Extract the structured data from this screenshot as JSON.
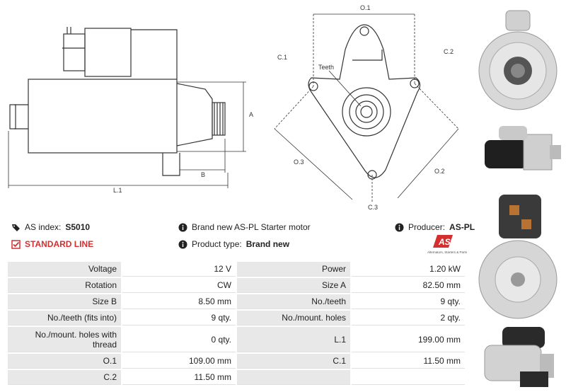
{
  "drawing": {
    "labels": {
      "o1": "O.1",
      "o2": "O.2",
      "o3": "O.3",
      "c1": "C.1",
      "c2": "C.2",
      "c3": "C.3",
      "teeth": "Teeth",
      "a": "A",
      "b": "B",
      "l1": "L.1"
    }
  },
  "info": {
    "index_label": "AS index:",
    "index_value": "S5010",
    "line": "STANDARD LINE",
    "description": "Brand new AS-PL Starter motor",
    "product_type_label": "Product type:",
    "product_type_value": "Brand new",
    "producer_label": "Producer:",
    "producer_value": "AS-PL"
  },
  "logo": {
    "brand": "AS",
    "tagline": "Alternators, Starters & Parts"
  },
  "specs": [
    [
      "Voltage",
      "12 V",
      "Power",
      "1.20 kW"
    ],
    [
      "Rotation",
      "CW",
      "Size A",
      "82.50 mm"
    ],
    [
      "Size B",
      "8.50 mm",
      "No./teeth",
      "9 qty."
    ],
    [
      "No./teeth (fits into)",
      "9 qty.",
      "No./mount. holes",
      "2 qty."
    ],
    [
      "No./mount. holes with thread",
      "0 qty.",
      "L.1",
      "199.00 mm"
    ],
    [
      "O.1",
      "109.00 mm",
      "C.1",
      "11.50 mm"
    ],
    [
      "C.2",
      "11.50 mm",
      "",
      ""
    ]
  ],
  "colors": {
    "accent": "#d32f2f",
    "label_bg": "#e8e8e8"
  }
}
